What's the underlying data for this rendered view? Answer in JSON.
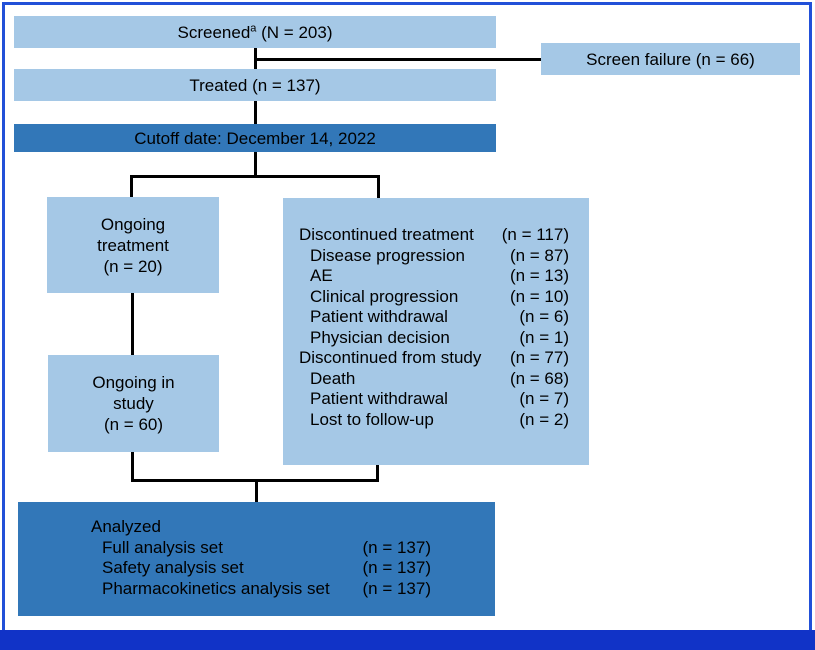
{
  "colors": {
    "light_box": "#a5c8e6",
    "medium_box": "#3277b8",
    "frame_border": "#2250d8",
    "bottom_bar": "#1133c7",
    "connector": "#000000",
    "text": "#000000",
    "background": "#ffffff"
  },
  "boxes": {
    "screened": {
      "text_prefix": "Screened",
      "superscript": "a",
      "text_suffix": " (N = 203)"
    },
    "screen_failure": {
      "label": "Screen failure (n = 66)"
    },
    "treated": {
      "label": "Treated (n = 137)"
    },
    "cutoff": {
      "label": "Cutoff date: December 14, 2022"
    },
    "ongoing_treatment": {
      "lines": [
        "Ongoing",
        "treatment",
        "(n = 20)"
      ]
    },
    "discontinued": {
      "rows": [
        {
          "label": "Discontinued treatment",
          "value": "(n = 117)",
          "indent": 0
        },
        {
          "label": "Disease progression",
          "value": "(n = 87)",
          "indent": 1
        },
        {
          "label": "AE",
          "value": "(n = 13)",
          "indent": 1
        },
        {
          "label": "Clinical progression",
          "value": "(n = 10)",
          "indent": 1
        },
        {
          "label": "Patient withdrawal",
          "value": "(n = 6)",
          "indent": 1
        },
        {
          "label": "Physician decision",
          "value": "(n = 1)",
          "indent": 1
        },
        {
          "label": "Discontinued from study",
          "value": "(n = 77)",
          "indent": 0
        },
        {
          "label": "Death",
          "value": "(n = 68)",
          "indent": 1
        },
        {
          "label": "Patient withdrawal",
          "value": "(n = 7)",
          "indent": 1
        },
        {
          "label": "Lost to follow-up",
          "value": "(n = 2)",
          "indent": 1
        }
      ]
    },
    "ongoing_in_study": {
      "lines": [
        "Ongoing in",
        "study",
        "(n = 60)"
      ]
    },
    "analyzed": {
      "rows": [
        {
          "label": "Analyzed",
          "value": "",
          "indent": 0
        },
        {
          "label": "Full analysis set",
          "value": "(n = 137)",
          "indent": 1
        },
        {
          "label": "Safety analysis set",
          "value": "(n = 137)",
          "indent": 1
        },
        {
          "label": "Pharmacokinetics analysis set",
          "value": "(n = 137)",
          "indent": 1
        }
      ]
    }
  }
}
